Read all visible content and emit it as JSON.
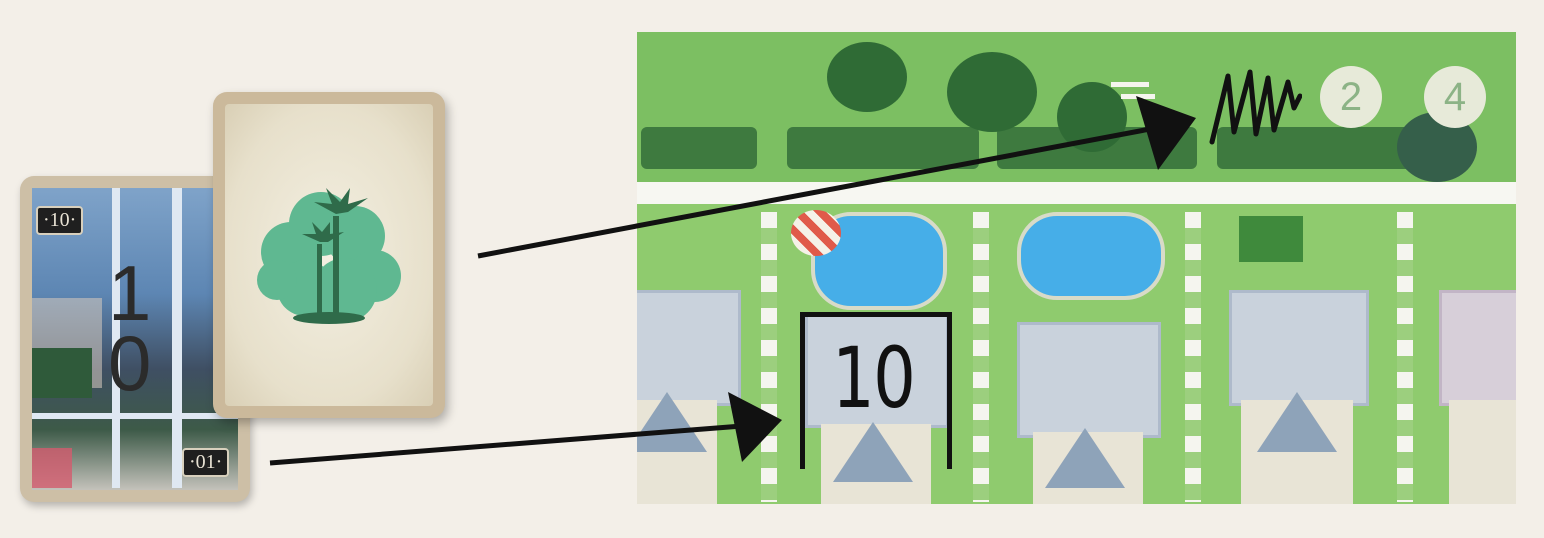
{
  "cards": {
    "number_card": {
      "value": "10",
      "top_badge": "·10·",
      "bottom_badge": "·01·",
      "digit_top": "1",
      "digit_bottom": "0"
    },
    "effect_card": {
      "icon": "palm-tree-icon",
      "accent": "#5fb891"
    }
  },
  "board": {
    "house_number_written": "10",
    "park_circles": [
      "2",
      "4"
    ],
    "scribble": "crossed-off",
    "colors": {
      "grass": "#9ccf7e",
      "hedge": "#3e7a3f",
      "pool": "#46aee8",
      "street": "#f7f7f2"
    }
  }
}
